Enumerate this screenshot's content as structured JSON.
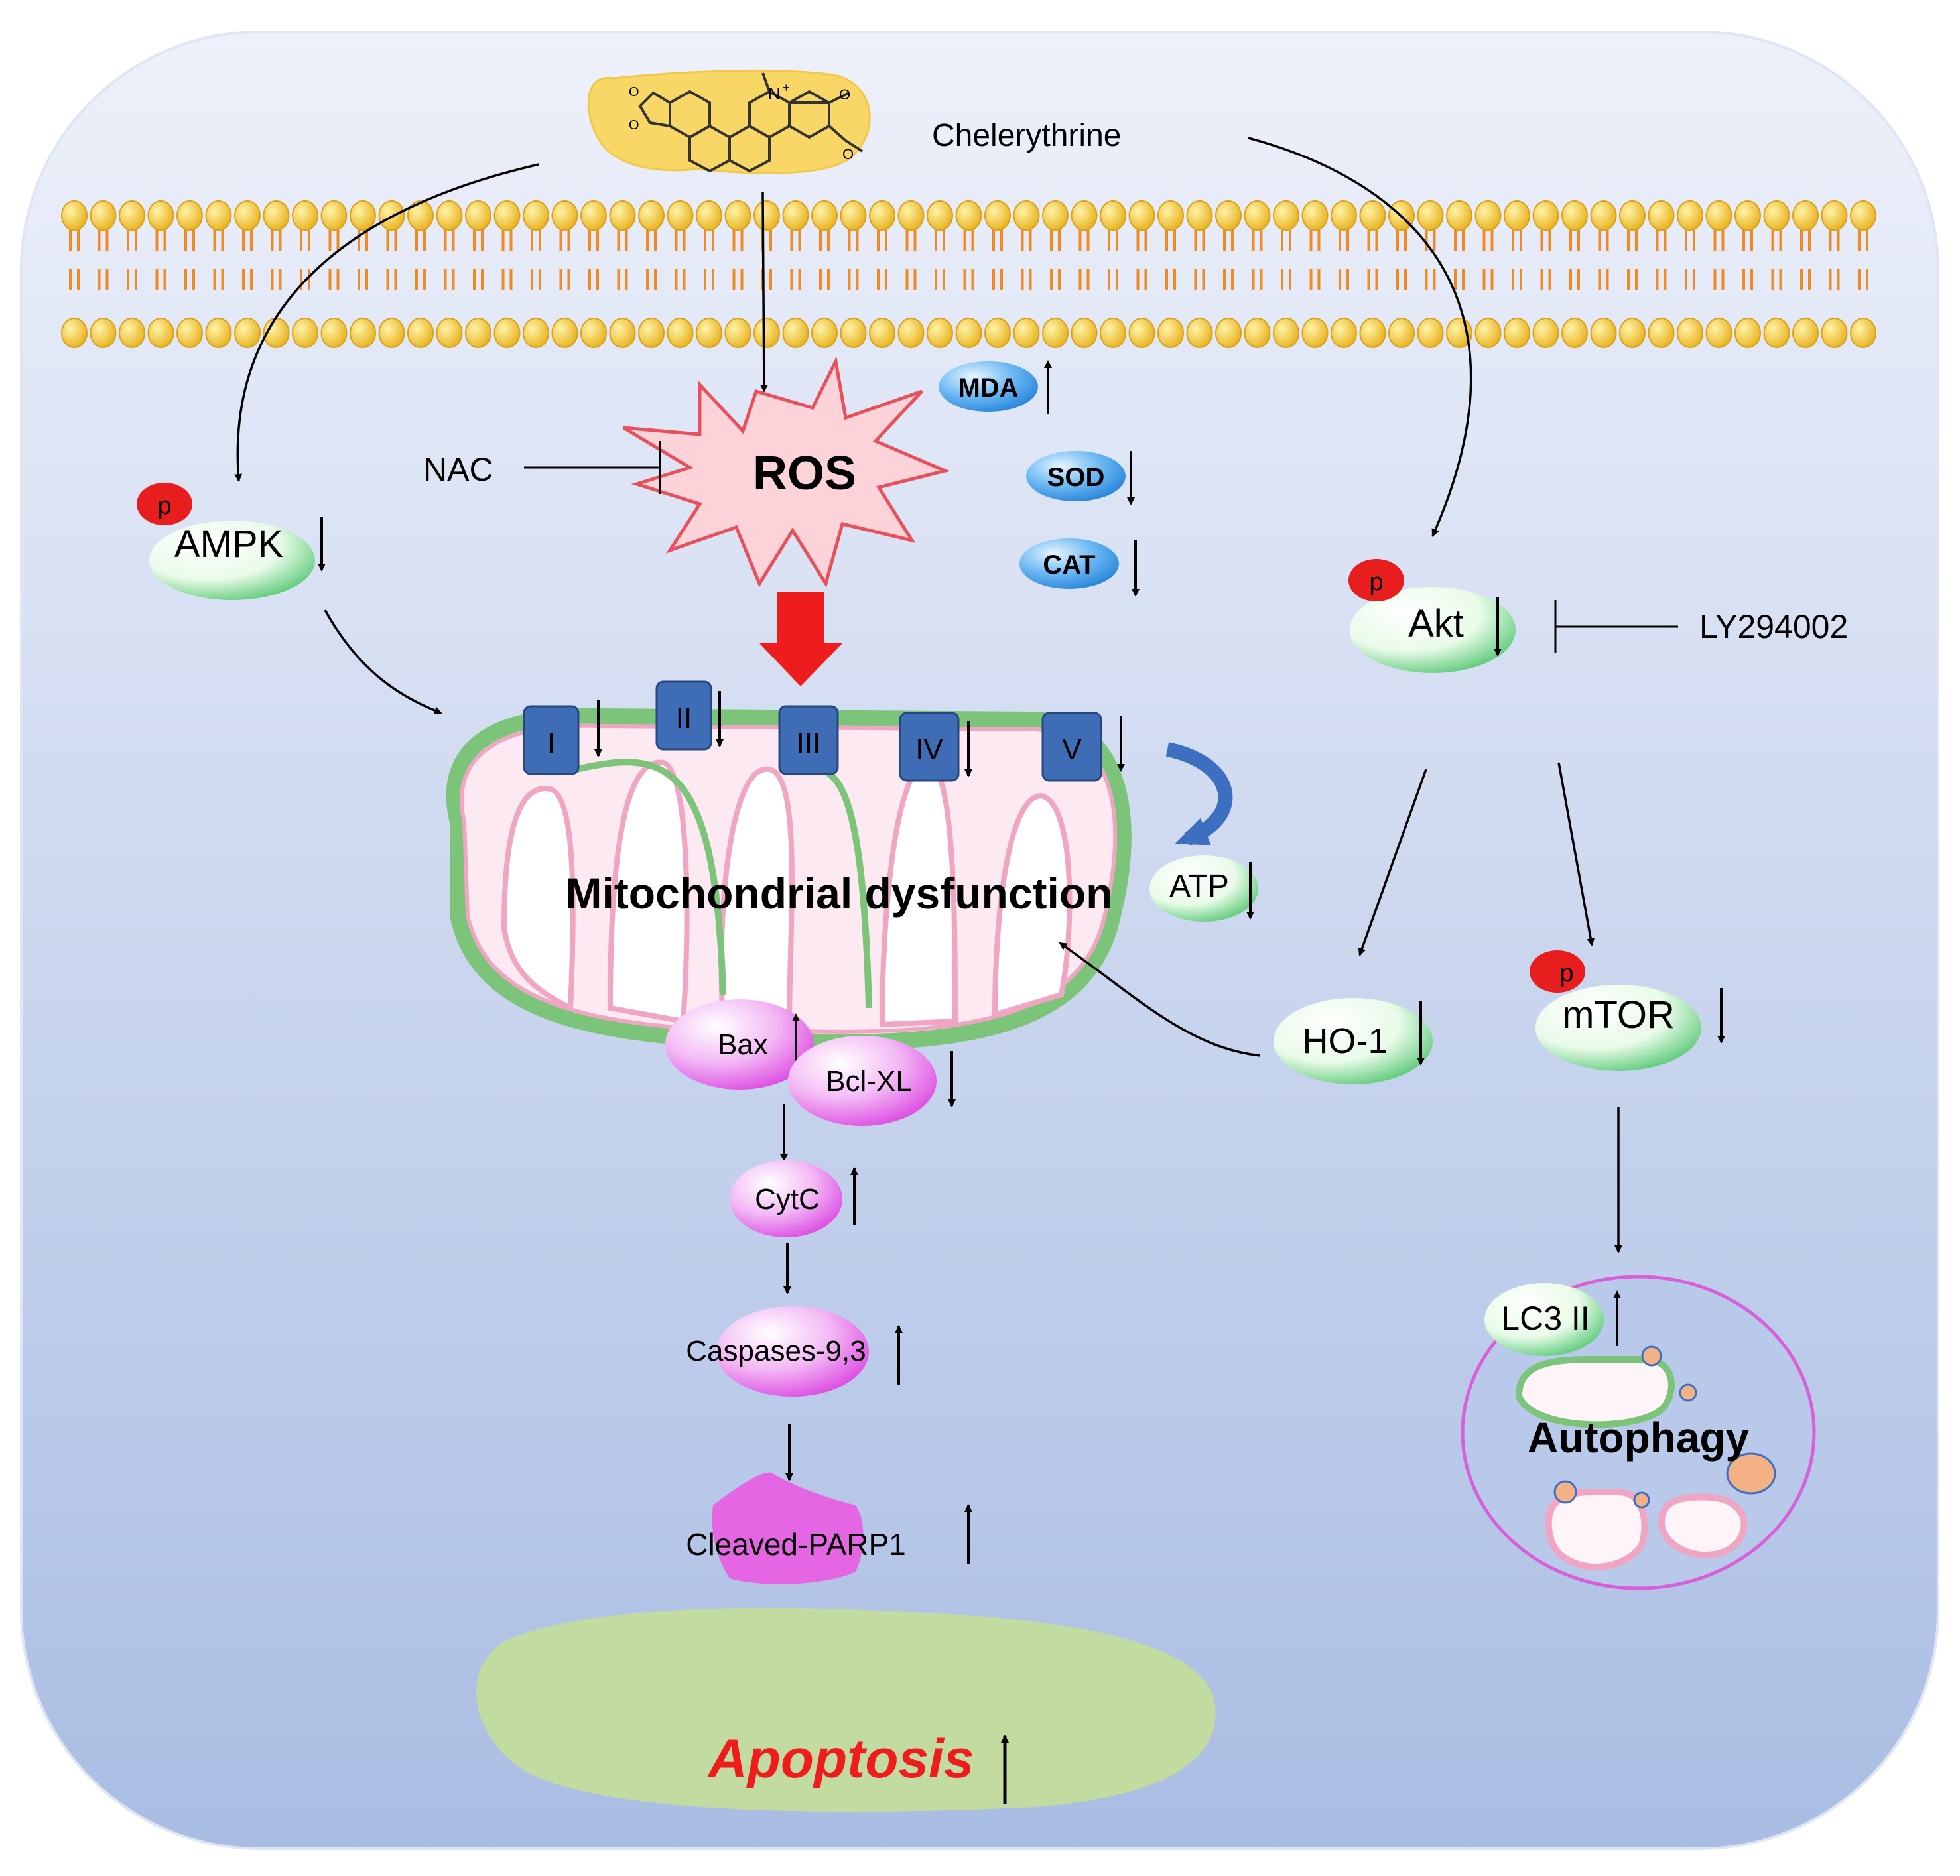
{
  "drug": {
    "name": "Chelerythrine"
  },
  "inhibitors": {
    "nac": "NAC",
    "ly": "LY294002"
  },
  "ros": {
    "label": "ROS"
  },
  "markers": {
    "mda": "MDA",
    "sod": "SOD",
    "cat": "CAT"
  },
  "phospho_tag": "p",
  "ampk": {
    "label": "AMPK"
  },
  "akt": {
    "label": "Akt"
  },
  "complexes": [
    "I",
    "II",
    "III",
    "IV",
    "V"
  ],
  "mitochondria": {
    "label": "Mitochondrial dysfunction"
  },
  "atp": {
    "label": "ATP"
  },
  "apoptosis_chain": {
    "bax": "Bax",
    "bclxl": "Bcl-XL",
    "cytc": "CytC",
    "caspases": "Caspases-9,3",
    "parp": "Cleaved-PARP1"
  },
  "apoptosis": {
    "label": "Apoptosis"
  },
  "ho1": {
    "label": "HO-1"
  },
  "mtor": {
    "label": "mTOR"
  },
  "lc3": {
    "label": "LC3 II"
  },
  "autophagy": {
    "label": "Autophagy"
  },
  "colors": {
    "background_top": "#eef1fa",
    "background_bottom": "#a9bde3",
    "membrane_head": "#f2c12e",
    "membrane_tail": "#f08a24",
    "ros_fill": "#fbd3d8",
    "ros_stroke": "#e8505b",
    "bead_blue": "#2e8fe0",
    "bead_green": "#63cf7c",
    "bead_pink": "#e25ee6",
    "complex_blue": "#3f6db5",
    "apoptosis_text": "#ee1c1c",
    "apoptosis_fill": "#c2dba0",
    "big_arrow": "#ee1c1c",
    "curved_arrow": "#3c6fbf"
  }
}
